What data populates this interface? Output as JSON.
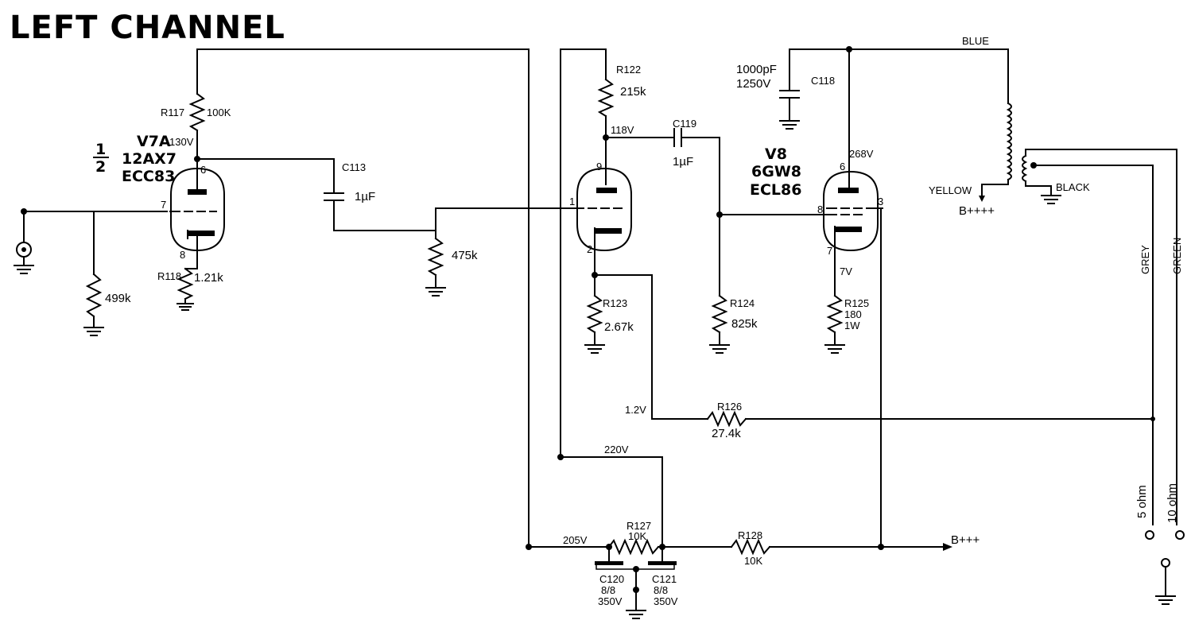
{
  "title": "LEFT CHANNEL",
  "tubes": {
    "v7a": {
      "name": "V7A",
      "fraction_num": "1",
      "fraction_den": "2",
      "type1": "12AX7",
      "type2": "ECC83",
      "plate_voltage": "130V"
    },
    "v8": {
      "name": "V8",
      "type1": "6GW8",
      "type2": "ECL86",
      "plate_voltage": "268V",
      "cathode_voltage": "7V"
    },
    "stage2": {
      "plate_voltage": "118V",
      "cathode_voltage": "1.2V"
    }
  },
  "pins": {
    "v7a_plate": "6",
    "v7a_grid": "7",
    "v7a_cathode": "8",
    "s2_plate": "9",
    "s2_grid": "1",
    "s2_cathode": "2",
    "v8_plate": "6",
    "v8_grid": "8",
    "v8_cathode": "7",
    "v8_screen": "3"
  },
  "components": {
    "r117": {
      "ref": "R117",
      "value": "100K"
    },
    "r118": {
      "ref": "R118",
      "value": "1.21k"
    },
    "r_in": {
      "value": "499k"
    },
    "c113": {
      "ref": "C113",
      "value": "1µF"
    },
    "r_grid2": {
      "value": "475k"
    },
    "r122": {
      "ref": "R122",
      "value": "215k"
    },
    "r123": {
      "ref": "R123",
      "value": "2.67k"
    },
    "c119": {
      "ref": "C119",
      "value": "1µF"
    },
    "r124": {
      "ref": "R124",
      "value": "825k"
    },
    "r125": {
      "ref": "R125",
      "value1": "180",
      "value2": "1W"
    },
    "c118": {
      "ref": "C118",
      "value1": "1000pF",
      "value2": "1250V"
    },
    "r126": {
      "ref": "R126",
      "value": "27.4k"
    },
    "r127": {
      "ref": "R127",
      "value": "10K"
    },
    "r128": {
      "ref": "R128",
      "value": "10K"
    },
    "c120": {
      "ref": "C120",
      "value1": "8/8",
      "value2": "350V"
    },
    "c121": {
      "ref": "C121",
      "value1": "8/8",
      "value2": "350V"
    }
  },
  "supply": {
    "v220": "220V",
    "v205": "205V",
    "bppp": "B+++",
    "bpppp": "B++++"
  },
  "transformer": {
    "blue": "BLUE",
    "yellow": "YELLOW",
    "black": "BLACK",
    "grey": "GREY",
    "green": "GREEN",
    "tap5": "5 ohm",
    "tap10": "10 ohm"
  }
}
